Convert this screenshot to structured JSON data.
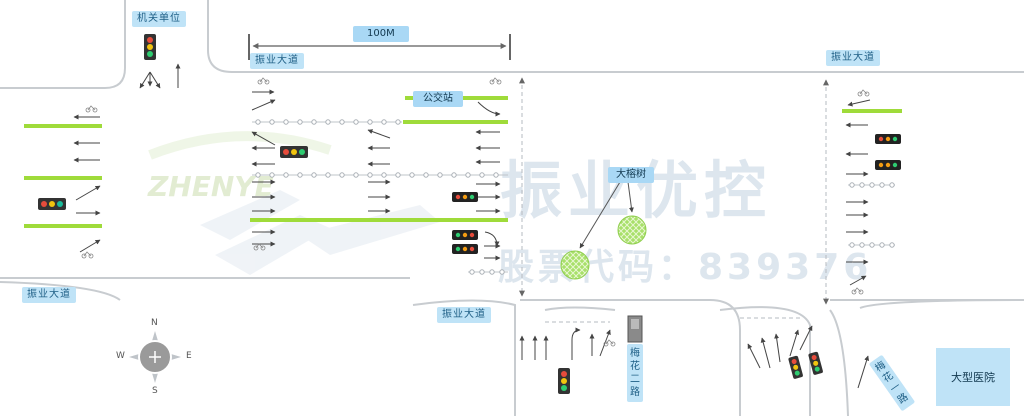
{
  "labels": {
    "jiguan": "机关单位",
    "zhenye_top_left": "振业大道",
    "zhenye_top_right": "振业大道",
    "zhenye_left": "振业大道",
    "zhenye_bottom": "振业大道",
    "distance": "100M",
    "bus_stop": "公交站",
    "tree": "大榕树",
    "meihua": "梅花二路",
    "lanhua": "梅花一路",
    "hospital": "大型医院"
  },
  "watermark": {
    "brand": "振业优控",
    "code": "股票代码：839376",
    "logo": "ZHENYE"
  },
  "compass": {
    "n": "N",
    "s": "S",
    "e": "E",
    "w": "W"
  },
  "colors": {
    "road_edge": "#c8ccd0",
    "green_bar": "#9fdb3a",
    "label_bg": "#bfe3f7",
    "tree_fill": "#a8e06a"
  }
}
